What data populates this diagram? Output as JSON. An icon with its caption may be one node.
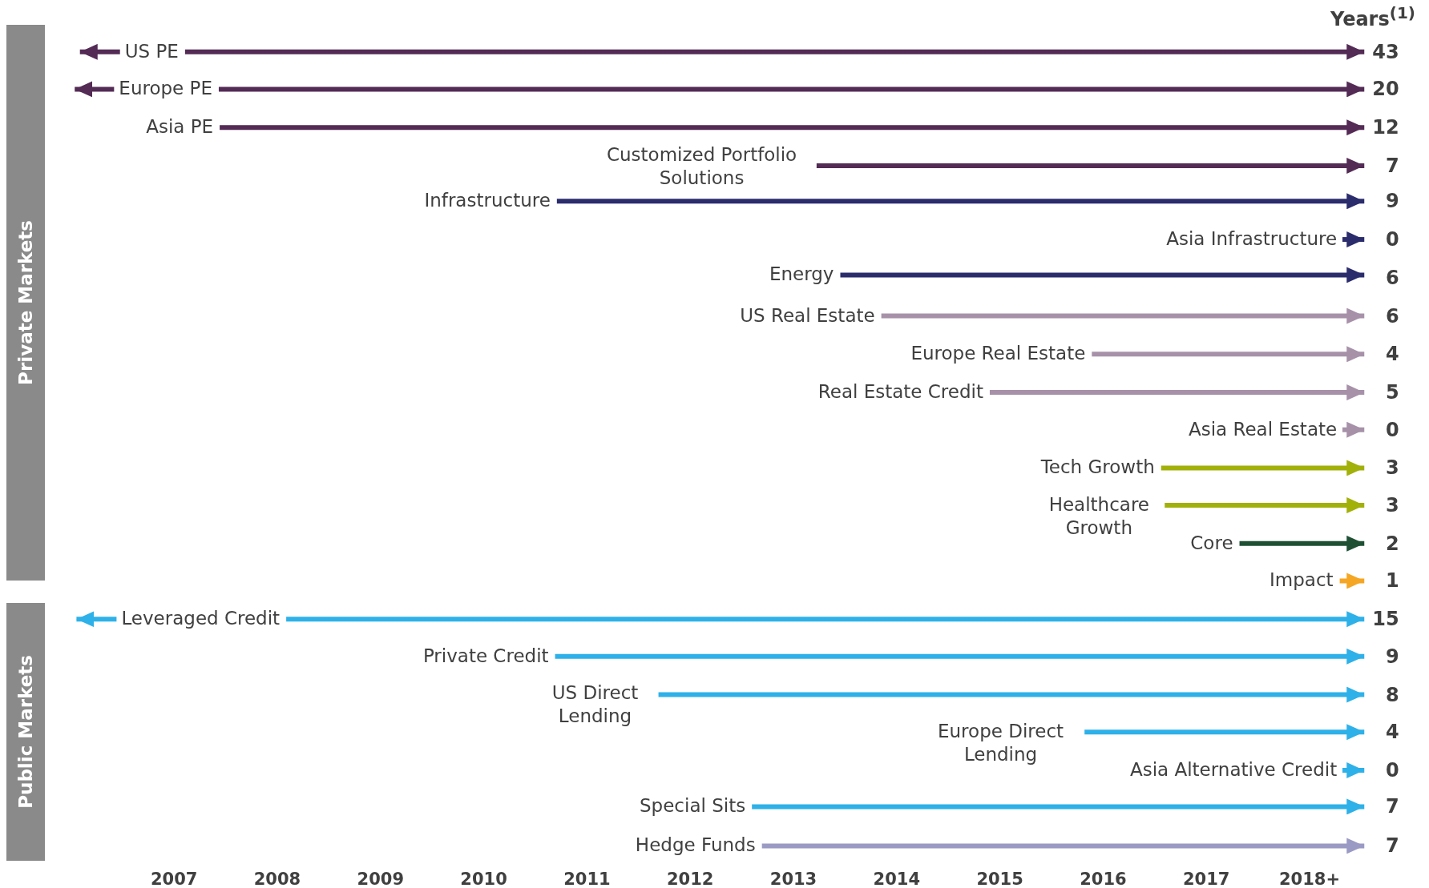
{
  "diagram": {
    "nodes": [
      {
        "text": [
          "Private Markets"
        ]
      },
      {
        "text": [
          "Public Markets"
        ]
      },
      {
        "text": [
          "US PE"
        ]
      },
      {
        "text": [
          "Europe PE"
        ]
      },
      {
        "text": [
          "Asia PE"
        ]
      },
      {
        "text": [
          "Customized Portfolio Solutions"
        ]
      },
      {
        "text": [
          "Infrastructure"
        ]
      },
      {
        "text": [
          "Asia Infrastructure"
        ]
      },
      {
        "text": [
          "Energy"
        ]
      },
      {
        "text": [
          "US Real Estate"
        ]
      },
      {
        "text": [
          "Europe Real Estate"
        ]
      },
      {
        "text": [
          "Real Estate Credit"
        ]
      },
      {
        "text": [
          "Asia Real Estate"
        ]
      },
      {
        "text": [
          "Tech Growth"
        ]
      },
      {
        "text": [
          "Healthcare Growth"
        ]
      },
      {
        "text": [
          "Core"
        ]
      },
      {
        "text": [
          "Impact"
        ]
      },
      {
        "text": [
          "Leveraged Credit"
        ]
      },
      {
        "text": [
          "Private Credit"
        ]
      },
      {
        "text": [
          "US Direct Lending"
        ]
      },
      {
        "text": [
          "Europe Direct Lending"
        ]
      },
      {
        "text": [
          "Asia Alternative Credit"
        ]
      },
      {
        "text": [
          "Special Sits"
        ]
      },
      {
        "text": [
          "Hedge Funds"
        ]
      },
      {
        "text": [
          "43"
        ]
      },
      {
        "text": [
          "20"
        ]
      },
      {
        "text": [
          "12"
        ]
      },
      {
        "text": [
          "7"
        ]
      },
      {
        "text": [
          "9"
        ]
      },
      {
        "text": [
          "0"
        ]
      },
      {
        "text": [
          "6"
        ]
      },
      {
        "text": [
          "6"
        ]
      },
      {
        "text": [
          "4"
        ]
      },
      {
        "text": [
          "5"
        ]
      },
      {
        "text": [
          "0"
        ]
      },
      {
        "text": [
          "3"
        ]
      },
      {
        "text": [
          "3"
        ]
      },
      {
        "text": [
          "2"
        ]
      },
      {
        "text": [
          "1"
        ]
      },
      {
        "text": [
          "15"
        ]
      },
      {
        "text": [
          "9"
        ]
      },
      {
        "text": [
          "8"
        ]
      },
      {
        "text": [
          "4"
        ]
      },
      {
        "text": [
          "0"
        ]
      },
      {
        "text": [
          "7"
        ]
      },
      {
        "text": [
          "7"
        ]
      }
    ],
    "edges": [
      {
        "from": 2,
        "to": null,
        "arrow": "to",
        "color": "#532b55"
      },
      {
        "from": 2,
        "to": 24,
        "arrow": "to",
        "color": "#532b55"
      },
      {
        "from": 3,
        "to": null,
        "arrow": "to",
        "color": "#532b55"
      },
      {
        "from": 3,
        "to": 25,
        "arrow": "to",
        "color": "#532b55"
      },
      {
        "from": 4,
        "to": 26,
        "arrow": "to",
        "color": "#532b55"
      },
      {
        "from": 5,
        "to": 27,
        "arrow": "to",
        "color": "#532b55"
      },
      {
        "from": 6,
        "to": 28,
        "arrow": "to",
        "color": "#2b2c6c"
      },
      {
        "from": 7,
        "to": 29,
        "arrow": "to",
        "color": "#2b2c6c"
      },
      {
        "from": 8,
        "to": 30,
        "arrow": "to",
        "color": "#2b2c6c"
      },
      {
        "from": 9,
        "to": 31,
        "arrow": "to",
        "color": "#a791a9"
      },
      {
        "from": 10,
        "to": 32,
        "arrow": "to",
        "color": "#a791a9"
      },
      {
        "from": 11,
        "to": 33,
        "arrow": "to",
        "color": "#a791a9"
      },
      {
        "from": 12,
        "to": 34,
        "arrow": "to",
        "color": "#a791a9"
      },
      {
        "from": 13,
        "to": 35,
        "arrow": "to",
        "color": "#a2b00a"
      },
      {
        "from": 14,
        "to": 36,
        "arrow": "to",
        "color": "#a2b00a"
      },
      {
        "from": 15,
        "to": 37,
        "arrow": "to",
        "color": "#1f5034"
      },
      {
        "from": 16,
        "to": 38,
        "arrow": "to",
        "color": "#f5a623"
      },
      {
        "from": 17,
        "to": null,
        "arrow": "to",
        "color": "#2eb1e8"
      },
      {
        "from": 17,
        "to": 39,
        "arrow": "to",
        "color": "#2eb1e8"
      },
      {
        "from": 18,
        "to": 40,
        "arrow": "to",
        "color": "#2eb1e8"
      },
      {
        "from": 19,
        "to": 41,
        "arrow": "to",
        "color": "#2eb1e8"
      },
      {
        "from": 20,
        "to": 42,
        "arrow": "to",
        "color": "#2eb1e8"
      },
      {
        "from": 21,
        "to": 43,
        "arrow": "to",
        "color": "#2eb1e8"
      },
      {
        "from": 22,
        "to": 44,
        "arrow": "to",
        "color": "#2eb1e8"
      },
      {
        "from": 23,
        "to": 45,
        "arrow": "to",
        "color": "#9a9ac4"
      }
    ],
    "labels": [
      "Years$^{(1)}$",
      "2007",
      "2008",
      "2009",
      "2010",
      "2011",
      "2012",
      "2013",
      "2014",
      "2015",
      "2016",
      "2017",
      "2018+"
    ]
  }
}
